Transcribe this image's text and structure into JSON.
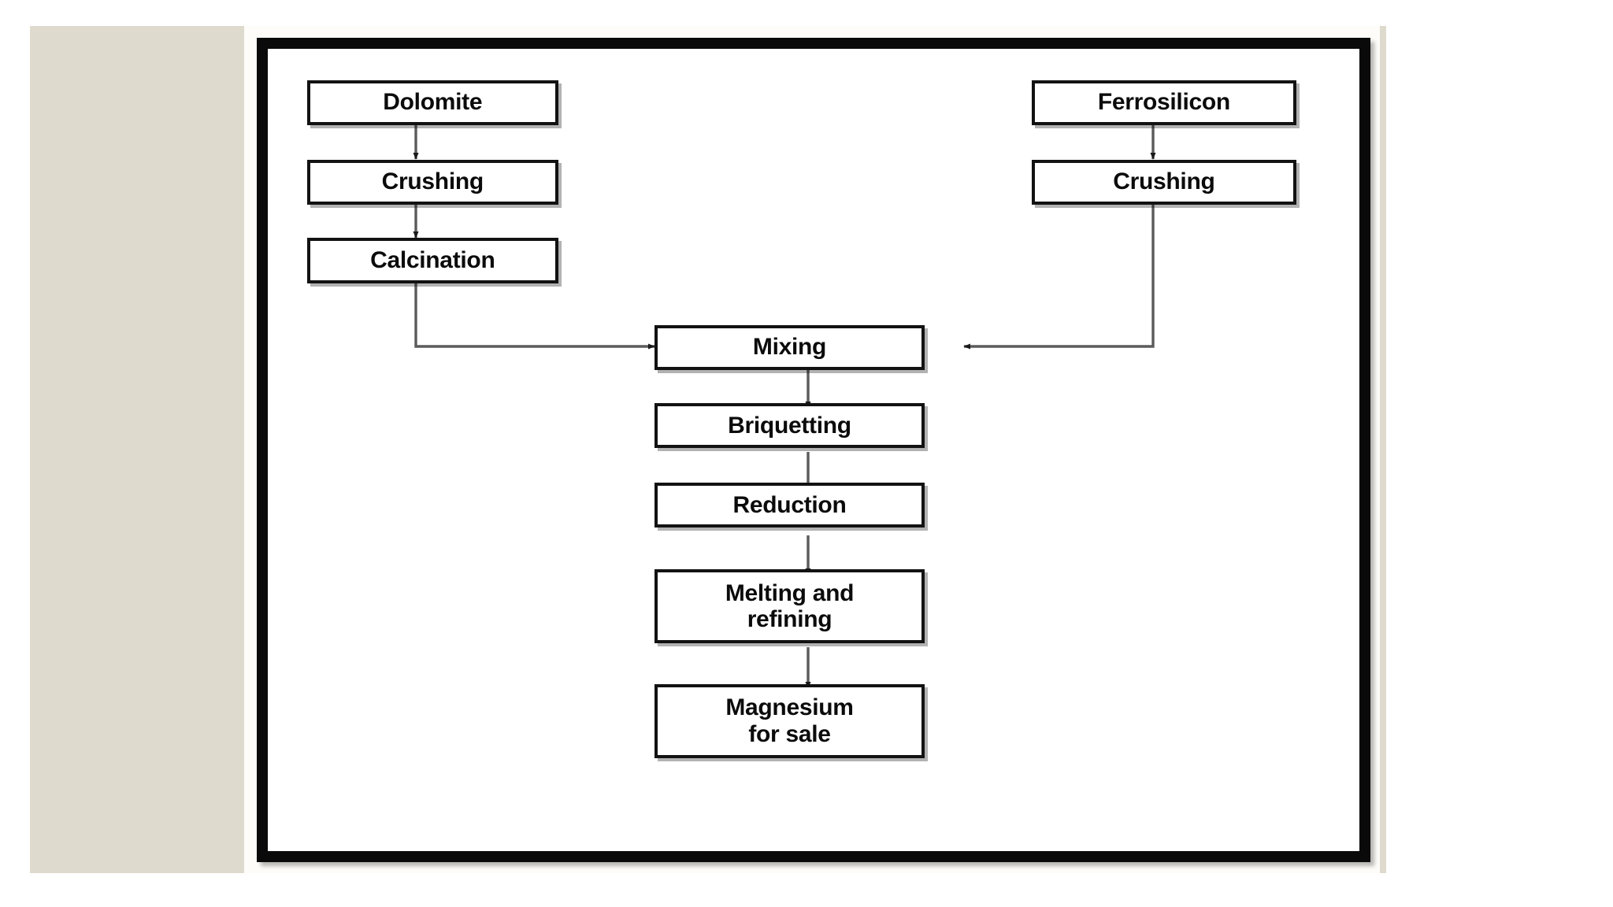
{
  "figure": {
    "title": "Magnesium production flow chart (Pidgeon / silicothermic process)",
    "background_color": "#dedacd",
    "frame_color": "#0a0a0a",
    "canvas_color": "#ffffff",
    "node_border_color": "#121212",
    "connector_color": "#555555"
  },
  "nodes": [
    {
      "id": "dolomite",
      "label": "Dolomite"
    },
    {
      "id": "crushing_left",
      "label": "Crushing"
    },
    {
      "id": "calcination",
      "label": "Calcination"
    },
    {
      "id": "ferrosilicon",
      "label": "Ferrosilicon"
    },
    {
      "id": "crushing_right",
      "label": "Crushing"
    },
    {
      "id": "mixing",
      "label": "Mixing"
    },
    {
      "id": "briquetting",
      "label": "Briquetting"
    },
    {
      "id": "reduction",
      "label": "Reduction"
    },
    {
      "id": "melting",
      "label": "Melting and\nrefining"
    },
    {
      "id": "magnesium",
      "label": "Magnesium\nfor sale"
    }
  ],
  "edges": [
    {
      "from": "dolomite",
      "to": "crushing_left",
      "style": "straight-down"
    },
    {
      "from": "crushing_left",
      "to": "calcination",
      "style": "straight-down"
    },
    {
      "from": "calcination",
      "to": "mixing",
      "style": "elbow-down-right"
    },
    {
      "from": "ferrosilicon",
      "to": "crushing_right",
      "style": "straight-down"
    },
    {
      "from": "crushing_right",
      "to": "mixing",
      "style": "elbow-down-left"
    },
    {
      "from": "mixing",
      "to": "briquetting",
      "style": "straight-down"
    },
    {
      "from": "briquetting",
      "to": "reduction",
      "style": "straight-down"
    },
    {
      "from": "reduction",
      "to": "melting",
      "style": "straight-down"
    },
    {
      "from": "melting",
      "to": "magnesium",
      "style": "straight-down"
    }
  ]
}
